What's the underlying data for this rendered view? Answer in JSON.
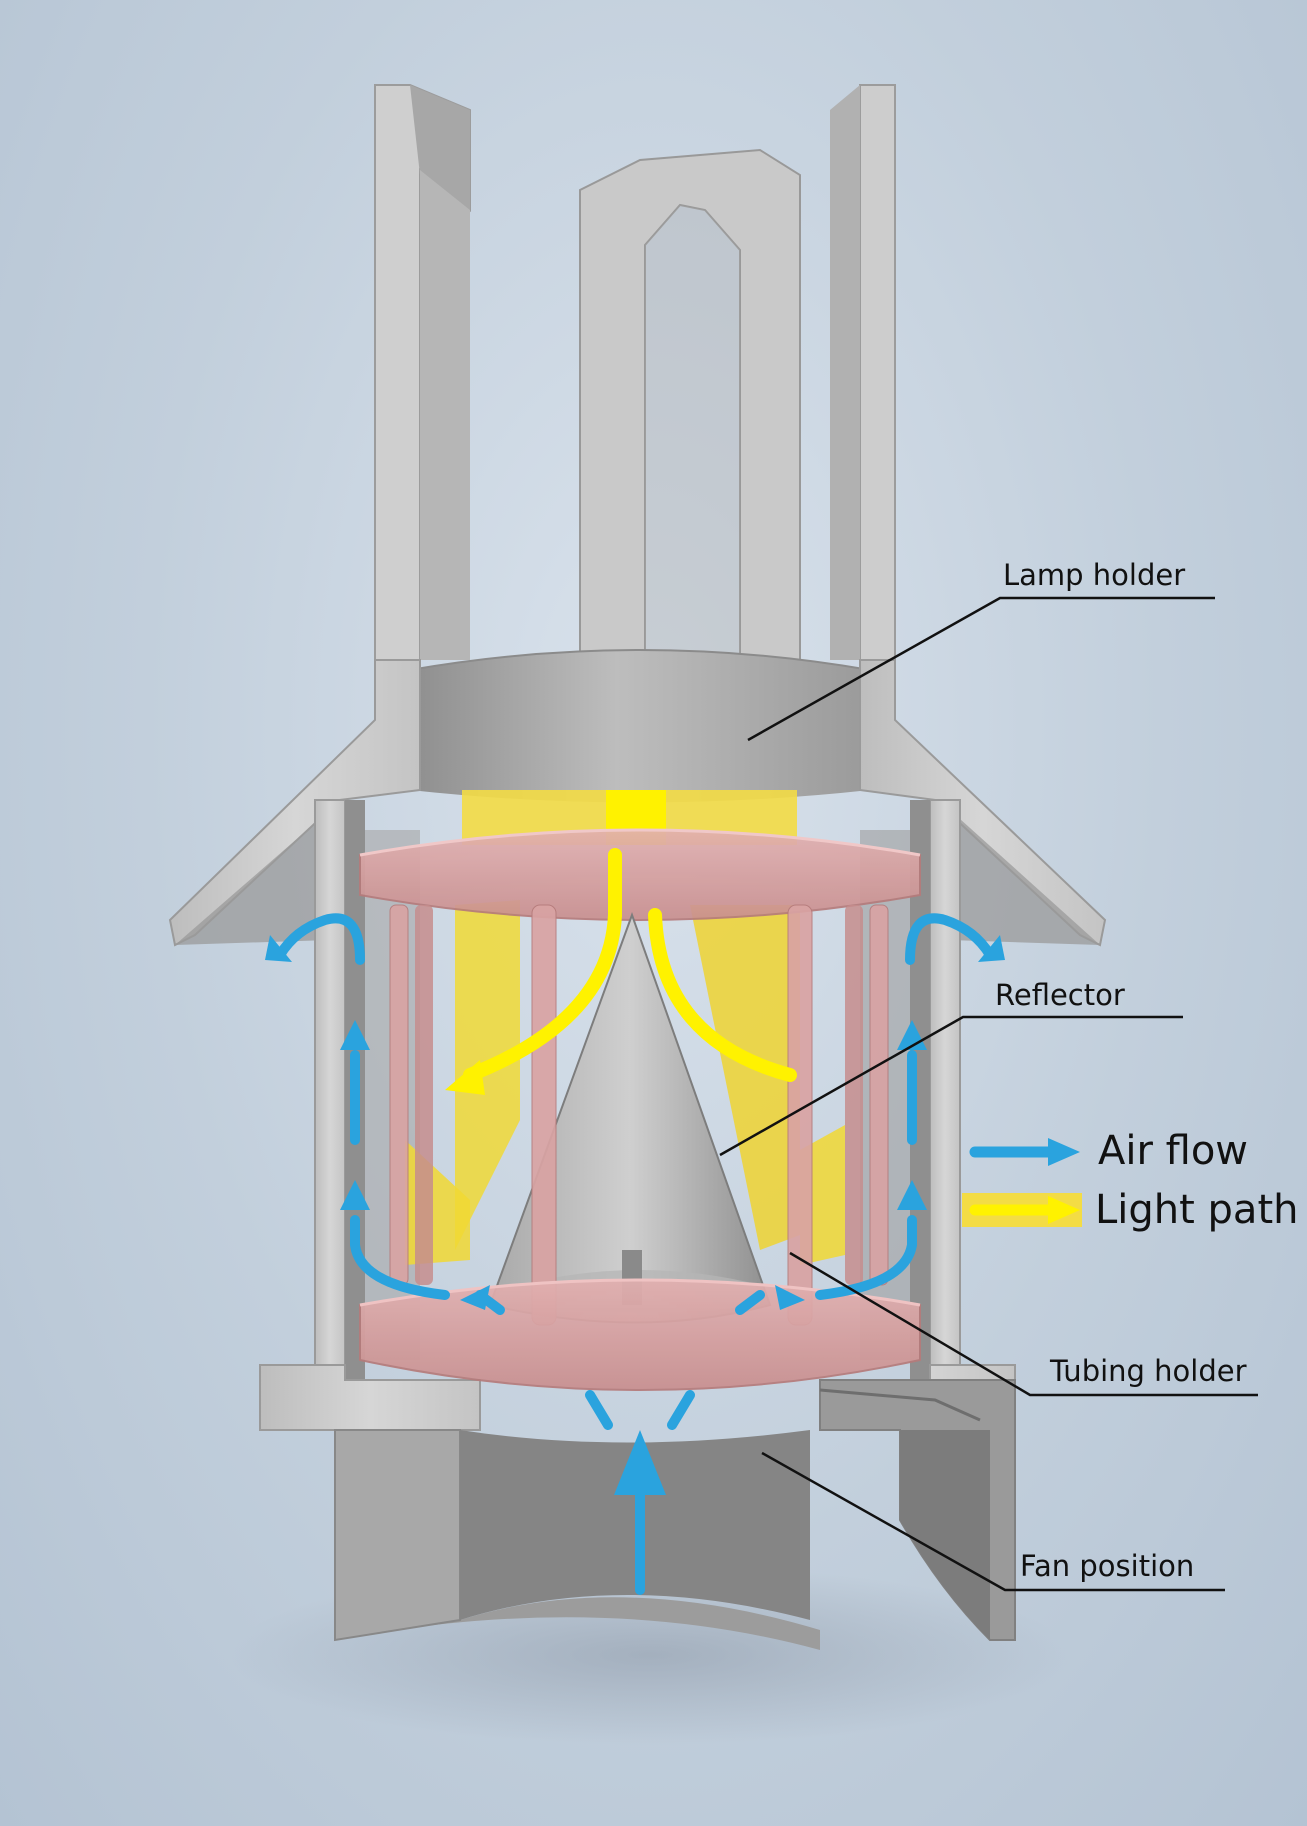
{
  "callouts": {
    "lamp_holder": "Lamp holder",
    "reflector": "Reflector",
    "tubing_holder": "Tubing holder",
    "fan_position": "Fan position"
  },
  "legend": {
    "air_flow": "Air flow",
    "light_path": "Light path"
  },
  "colors": {
    "air_flow": "#2aa3de",
    "light_path": "#ffee00",
    "tubing_holder": "#d9a0a0",
    "housing": "#c8c8c8"
  }
}
